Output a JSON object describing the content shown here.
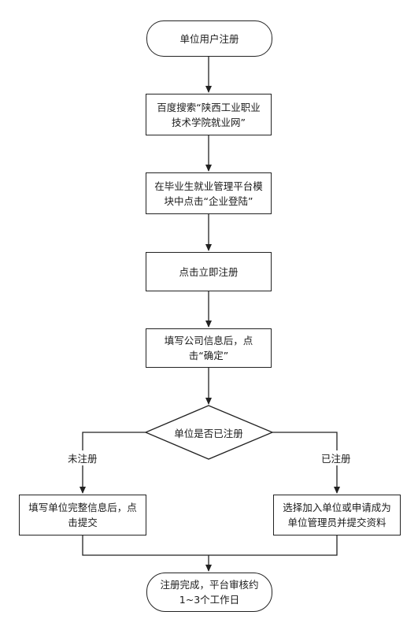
{
  "flowchart": {
    "start": "单位用户注册",
    "step_search": "百度搜索“陕西工业职业\n技术学院就业网”",
    "step_login": "在毕业生就业管理平台模\n块中点击“企业登陆”",
    "step_register": "点击立即注册",
    "step_fill_company": "填写公司信息后，点\n击“确定”",
    "decision": "单位是否已注册",
    "branch_no_label": "未注册",
    "branch_yes_label": "已注册",
    "step_fill_full": "填写单位完整信息后，点\n击提交",
    "step_join": "选择加入单位或申请成为\n单位管理员并提交资料",
    "end": "注册完成，平台审核约\n1~3个工作日"
  },
  "colors": {
    "stroke": "#222222",
    "fill": "#ffffff",
    "text": "#1a1a1a"
  }
}
